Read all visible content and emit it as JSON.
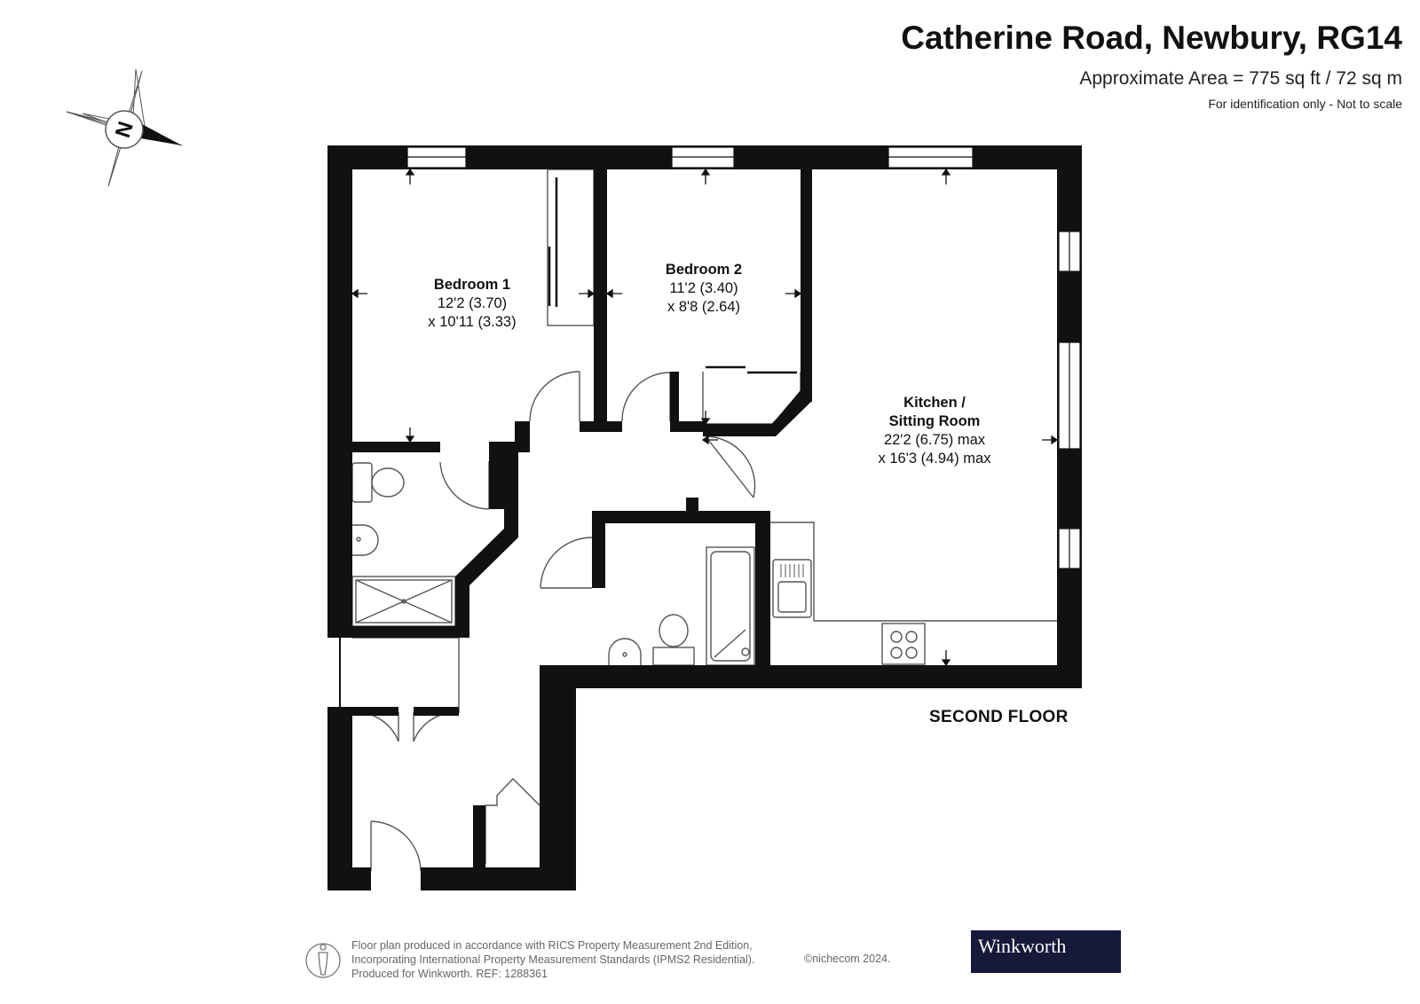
{
  "header": {
    "title": "Catherine Road, Newbury, RG14",
    "area": "Approximate Area = 775 sq ft / 72 sq m",
    "note": "For identification only - Not to scale"
  },
  "compass": {
    "letter": "N"
  },
  "rooms": [
    {
      "name": "Bedroom 1",
      "dims": [
        "12'2 (3.70)",
        "x 10'11 (3.33)"
      ]
    },
    {
      "name": "Bedroom 2",
      "dims": [
        "11'2 (3.40)",
        "x 8'8 (2.64)"
      ]
    },
    {
      "name": "Kitchen /",
      "name2": "Sitting Room",
      "dims": [
        "22'2 (6.75) max",
        "x 16'3 (4.94) max"
      ]
    }
  ],
  "floor_label": "SECOND FLOOR",
  "footer": {
    "lines": [
      "Floor plan produced in accordance with RICS Property Measurement 2nd Edition,",
      "Incorporating International Property Measurement Standards (IPMS2 Residential).",
      "Produced for Winkworth.   REF: 1288361"
    ],
    "copyright": "©nichecom 2024."
  },
  "logo": {
    "text": "Winkworth"
  },
  "colors": {
    "wall": "#111111",
    "logo_bg": "#17193a",
    "fixture": "#555555"
  }
}
